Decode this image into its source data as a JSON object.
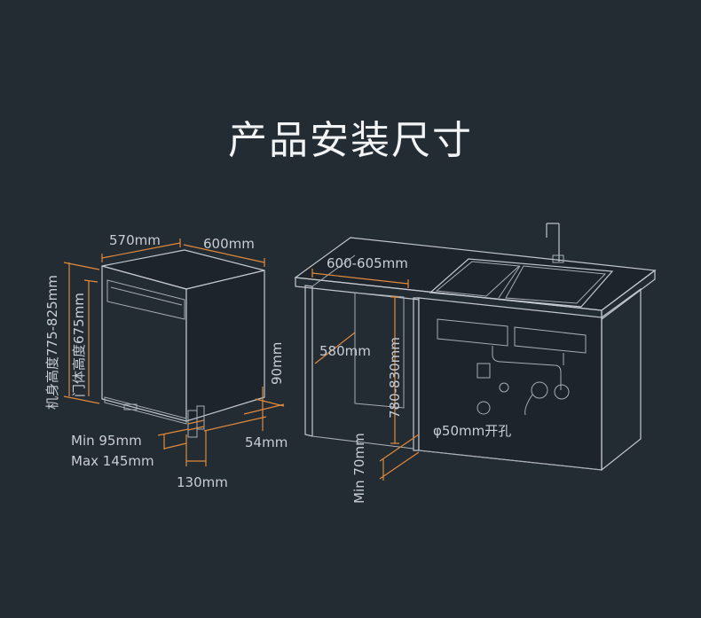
{
  "title": "产品安装尺寸",
  "labels": {
    "depth_570": "570mm",
    "width_600": "600mm",
    "height_total": "机身高度775-825mm",
    "height_door": "门体高度675mm",
    "gap_90": "90mm",
    "gap_54": "54mm",
    "min_95": "Min 95mm",
    "max_145": "Max 145mm",
    "leg_130": "130mm",
    "cabinet_width": "600-605mm",
    "cabinet_depth": "580mm",
    "cabinet_height": "780-830mm",
    "hole": "φ50mm开孔",
    "min_70": "Min 70mm"
  },
  "colors": {
    "background": "#232b33",
    "line": "#c3c8ce",
    "accent": "#e08a3c"
  }
}
